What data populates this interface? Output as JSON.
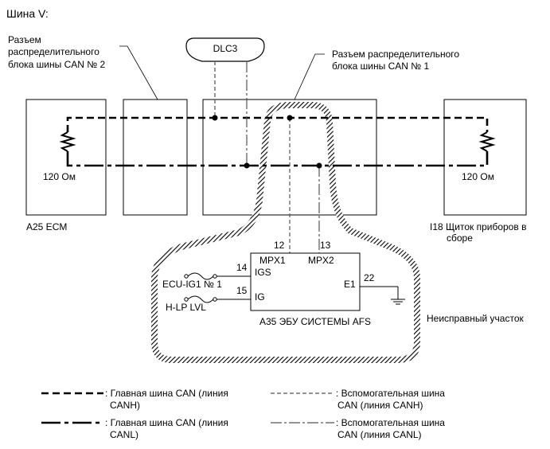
{
  "title": "Шина V:",
  "dlc_label": "DLC3",
  "junction2_label": [
    "Разъем",
    "распределительного",
    "блока шины CAN № 2"
  ],
  "junction1_label": [
    "Разъем распределительного",
    "блока шины CAN № 1"
  ],
  "ecm": {
    "resistor_label": "120 Ом",
    "name": "A25  ECM"
  },
  "meter": {
    "resistor_label": "120 Ом",
    "name": [
      "I18  Щиток приборов в",
      "сборе"
    ]
  },
  "afs": {
    "name": "A35  ЭБУ СИСТЕМЫ AFS",
    "pin_mpx1_num": "12",
    "pin_mpx1_name": "MPX1",
    "pin_mpx2_num": "13",
    "pin_mpx2_name": "MPX2",
    "pin_igs_num": "14",
    "pin_igs_name": "IGS",
    "pin_ig_num": "15",
    "pin_ig_name": "IG",
    "pin_e1_num": "22",
    "pin_e1_name": "E1",
    "fuse1_label": "ECU-IG1 № 1",
    "fuse2_label": "H-LP LVL"
  },
  "fault_label": "Неисправный участок",
  "legend": {
    "main_canh": [
      ": Главная шина CAN (линия",
      "CANH)"
    ],
    "aux_canh": [
      ": Вспомогательная шина",
      "CAN (линия CANH)"
    ],
    "main_canl": [
      ": Главная шина CAN (линия",
      "CANL)"
    ],
    "aux_canl": [
      ": Вспомогательная шина",
      "CAN (линия CANL)"
    ]
  },
  "colors": {
    "line": "#000000",
    "aux": "#555555",
    "background": "#ffffff"
  }
}
